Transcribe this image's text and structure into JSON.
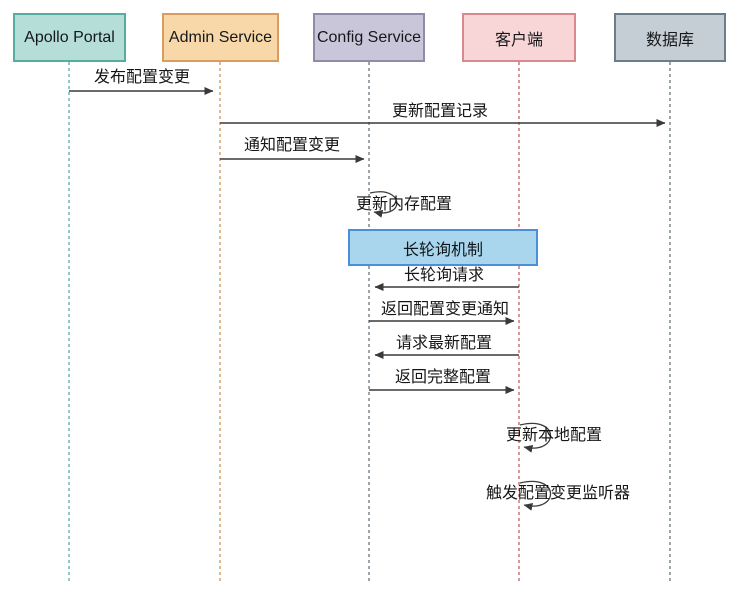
{
  "diagram": {
    "type": "sequence-diagram",
    "participants": [
      {
        "label": "Apollo Portal",
        "fill": "#b5ded9",
        "border": "#54aca2",
        "lifeline_color": "#4aa3a3"
      },
      {
        "label": "Admin Service",
        "fill": "#f8d8a9",
        "border": "#dc9b5e",
        "lifeline_color": "#cc8b4e"
      },
      {
        "label": "Config Service",
        "fill": "#c8c6d8",
        "border": "#8f8cab",
        "lifeline_color": "#5f6a72"
      },
      {
        "label": "客户端",
        "fill": "#f8d6d8",
        "border": "#d8898d",
        "lifeline_color": "#c0544f"
      },
      {
        "label": "数据库",
        "fill": "#c5ced5",
        "border": "#6b7c8b",
        "lifeline_color": "#5f6a72"
      }
    ],
    "messages": [
      {
        "label": "发布配置变更",
        "from": "Apollo Portal",
        "to": "Admin Service",
        "type": "solid-arrow"
      },
      {
        "label": "更新配置记录",
        "from": "Admin Service",
        "to": "数据库",
        "type": "solid-arrow"
      },
      {
        "label": "通知配置变更",
        "from": "Admin Service",
        "to": "Config Service",
        "type": "solid-arrow"
      },
      {
        "label": "更新内存配置",
        "from": "Config Service",
        "to": "Config Service",
        "type": "self-loop"
      },
      {
        "label": "长轮询请求",
        "from": "客户端",
        "to": "Config Service",
        "type": "solid-arrow"
      },
      {
        "label": "返回配置变更通知",
        "from": "Config Service",
        "to": "客户端",
        "type": "solid-arrow"
      },
      {
        "label": "请求最新配置",
        "from": "客户端",
        "to": "Config Service",
        "type": "solid-arrow"
      },
      {
        "label": "返回完整配置",
        "from": "Config Service",
        "to": "客户端",
        "type": "solid-arrow"
      },
      {
        "label": "更新本地配置",
        "from": "客户端",
        "to": "客户端",
        "type": "self-loop"
      },
      {
        "label": "触发配置变更监听器",
        "from": "客户端",
        "to": "客户端",
        "type": "self-loop"
      }
    ],
    "note": {
      "label": "长轮询机制",
      "fill": "#a9d6ec",
      "border": "#4a90d8",
      "spans": [
        "Config Service",
        "客户端"
      ]
    },
    "arrow_color": "#3a3a3a",
    "background": "#ffffff"
  }
}
